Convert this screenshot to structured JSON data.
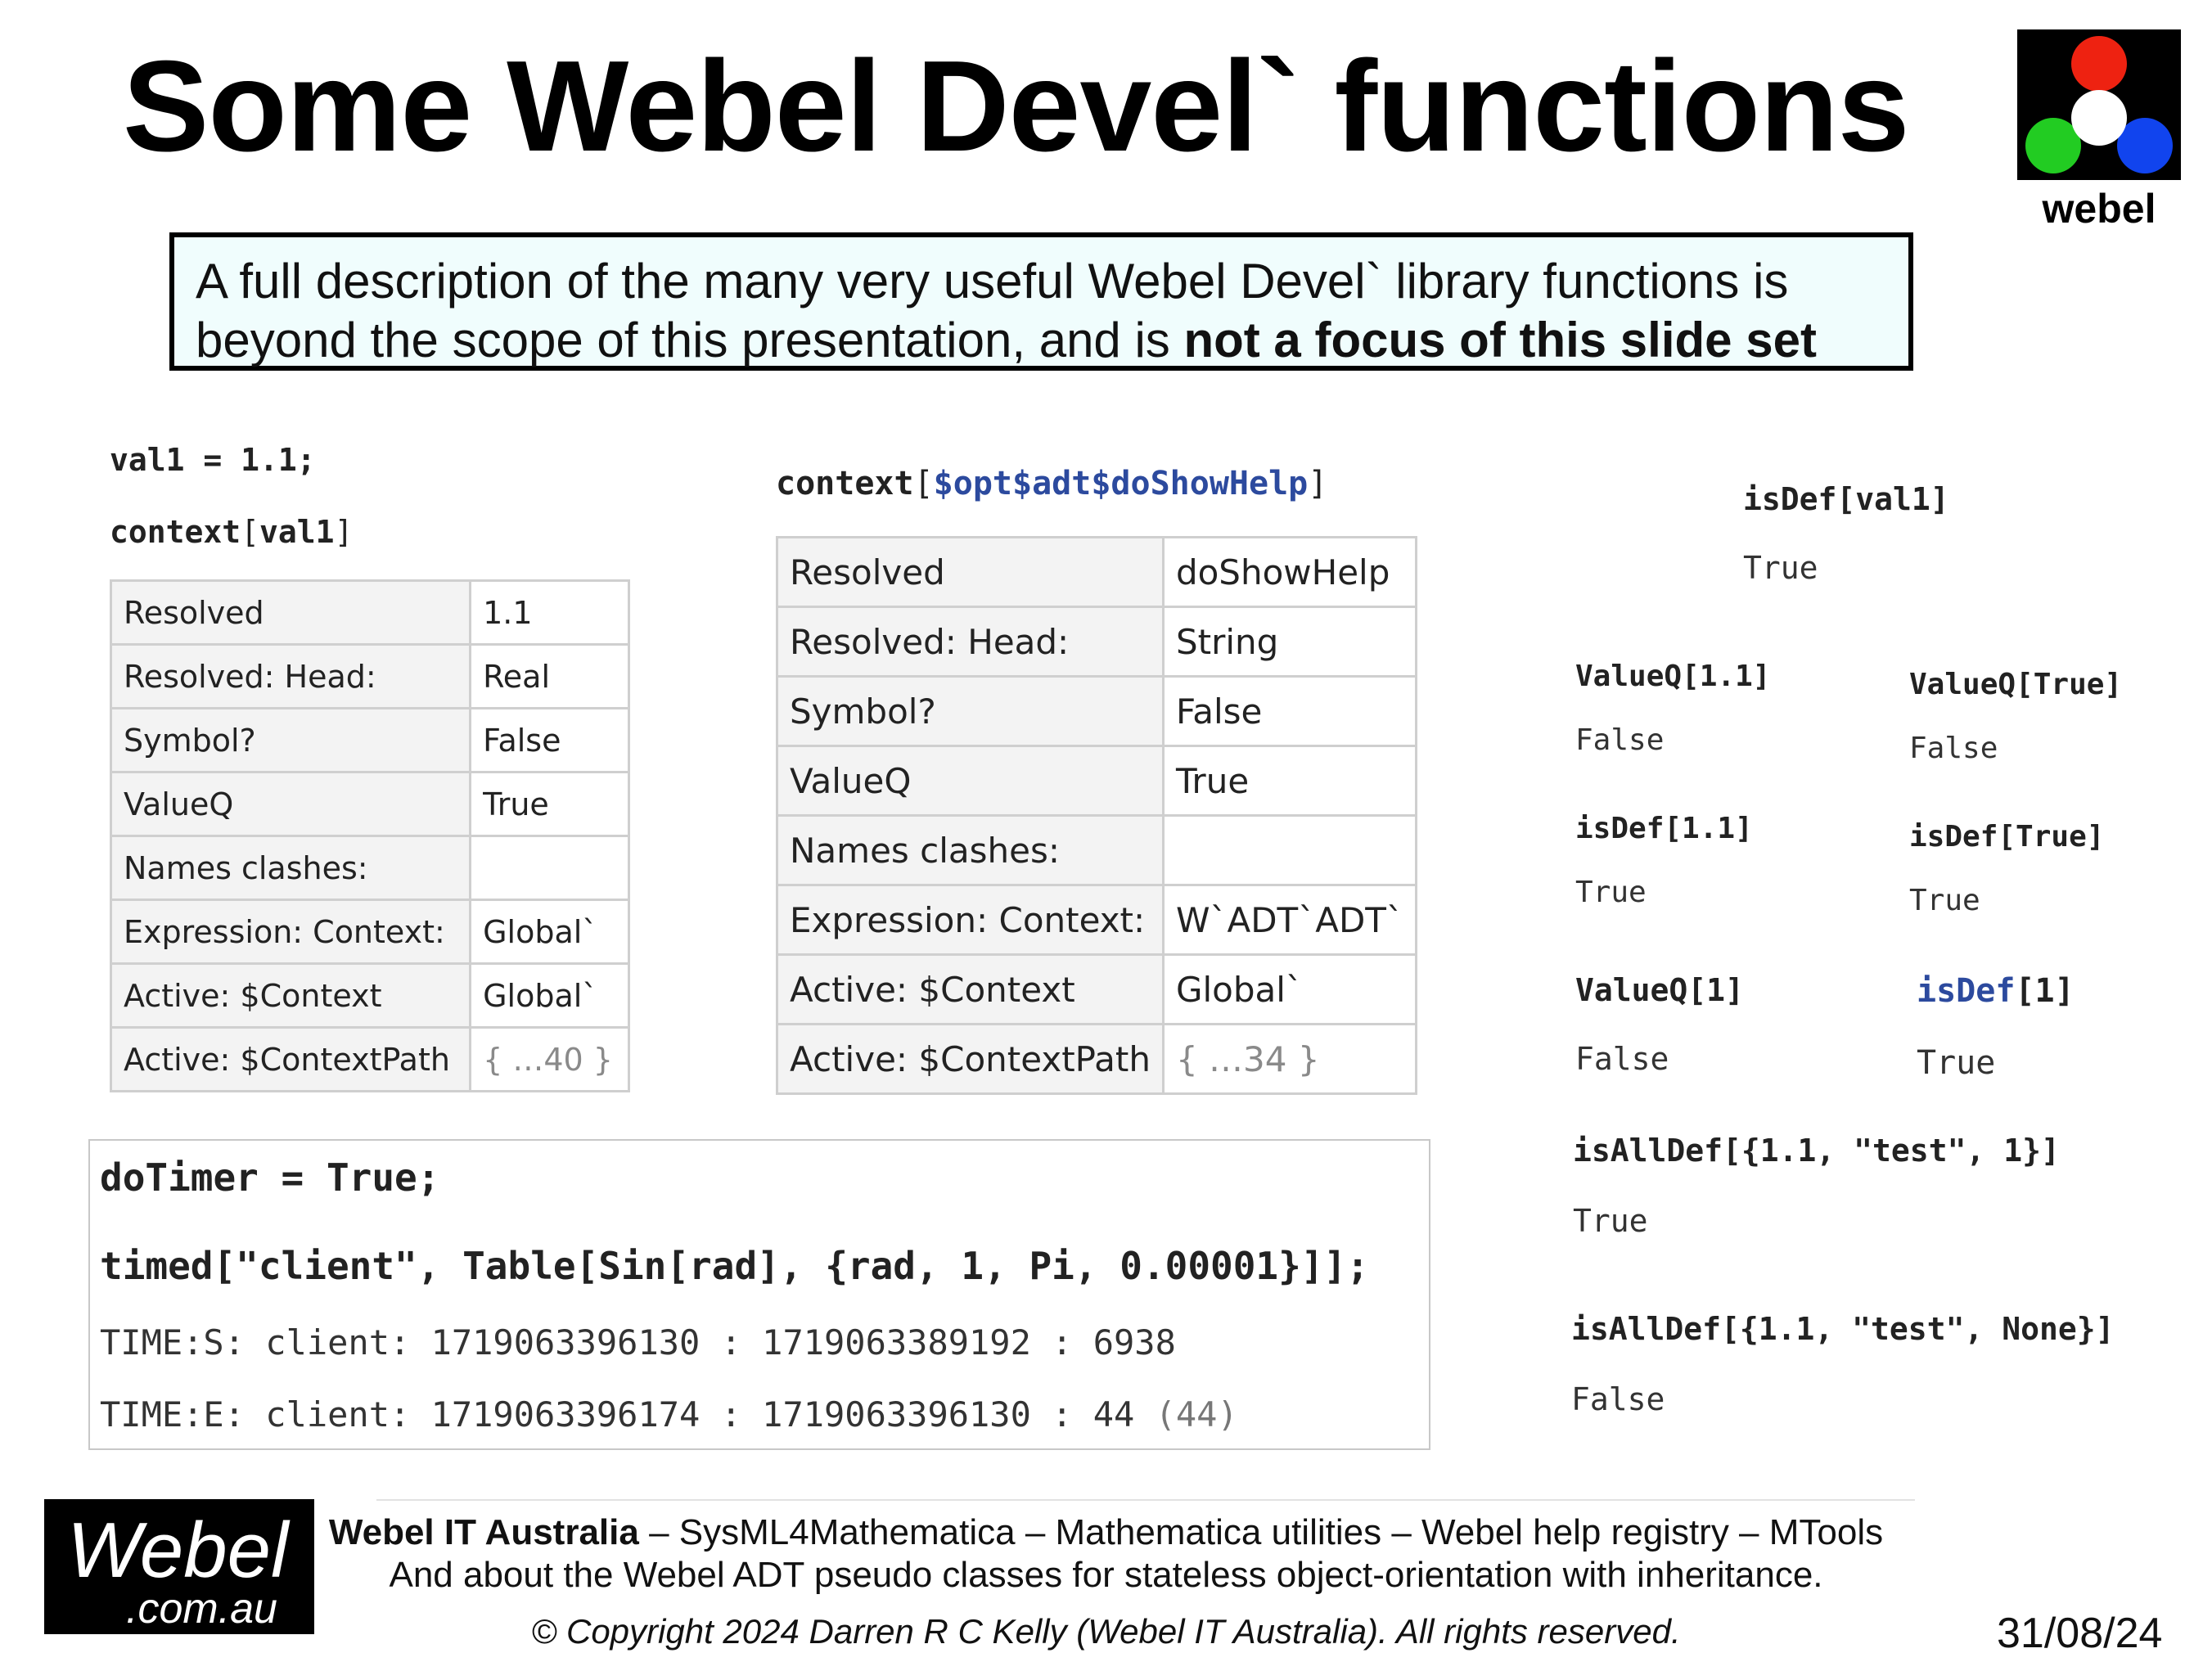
{
  "title": "Some Webel Devel` functions",
  "logo": {
    "word": "webel",
    "dot_colors": [
      "#ee2211",
      "#ffffff",
      "#22cc22",
      "#1144ee"
    ]
  },
  "description": {
    "text": "A full description of the many very useful Webel Devel` library functions is beyond the scope of this presentation, and is ",
    "bold": "not a focus of this slide set"
  },
  "left_example": {
    "code1": "val1 = 1.1;",
    "code2_fn": "context",
    "code2_open": "[",
    "code2_arg": "val1",
    "code2_close": "]",
    "rows": [
      {
        "key": "Resolved",
        "value": "1.1"
      },
      {
        "key": "Resolved: Head:",
        "value": "Real"
      },
      {
        "key": "Symbol?",
        "value": "False"
      },
      {
        "key": "ValueQ",
        "value": "True"
      },
      {
        "key": "Names clashes:",
        "value": ""
      },
      {
        "key": "Expression: Context:",
        "value": "Global`"
      },
      {
        "key": "Active: $Context",
        "value": "Global`"
      },
      {
        "key": "Active: $ContextPath",
        "value": "{ …40 }"
      }
    ]
  },
  "middle_example": {
    "code_fn": "context",
    "code_open": "[",
    "code_arg": "$opt$adt$doShowHelp",
    "code_close": "]",
    "rows": [
      {
        "key": "Resolved",
        "value": "doShowHelp"
      },
      {
        "key": "Resolved: Head:",
        "value": "String"
      },
      {
        "key": "Symbol?",
        "value": "False"
      },
      {
        "key": "ValueQ",
        "value": "True"
      },
      {
        "key": "Names clashes:",
        "value": ""
      },
      {
        "key": "Expression: Context:",
        "value": "W`ADT`ADT`"
      },
      {
        "key": "Active: $Context",
        "value": "Global`"
      },
      {
        "key": "Active: $ContextPath",
        "value": "{ …34 }"
      }
    ]
  },
  "right_examples": [
    {
      "fn": "isDef",
      "arg": "[val1]",
      "result": "True"
    },
    {
      "fn": "ValueQ",
      "arg": "[1.1]",
      "result": "False"
    },
    {
      "fn": "ValueQ",
      "arg": "[True]",
      "result": "False"
    },
    {
      "fn": "isDef",
      "arg": "[1.1]",
      "result": "True"
    },
    {
      "fn": "isDef",
      "arg": "[True]",
      "result": "True"
    },
    {
      "fn": "ValueQ",
      "arg": "[1]",
      "result": "False"
    },
    {
      "fn": "isDef",
      "arg": "[1]",
      "result": "True"
    },
    {
      "fn": "isAllDef",
      "arg": "[{1.1, \"test\", 1}]",
      "result": "True"
    },
    {
      "fn": "isAllDef",
      "arg": "[{1.1, \"test\", None}]",
      "result": "False"
    }
  ],
  "timer": {
    "line1": "doTimer = True;",
    "line2": "timed[\"client\", Table[Sin[rad], {rad, 1, Pi, 0.00001}]];",
    "line3": "TIME:S: client: 1719063396130 : 1719063389192 : 6938",
    "line4": "TIME:E: client: 1719063396174 : 1719063396130 : 44",
    "line4_extra": "(44)"
  },
  "footer": {
    "logo_main": "Webel",
    "logo_sub": ".com.au",
    "company": "Webel IT Australia",
    "line1_rest": " – SysML4Mathematica – Mathematica utilities – Webel help registry – MTools",
    "line2": "And about the Webel ADT pseudo classes for stateless object-orientation with inheritance.",
    "copyright": "© Copyright 2024 Darren R C Kelly (Webel IT Australia). All rights reserved.",
    "date": "31/08/24"
  }
}
